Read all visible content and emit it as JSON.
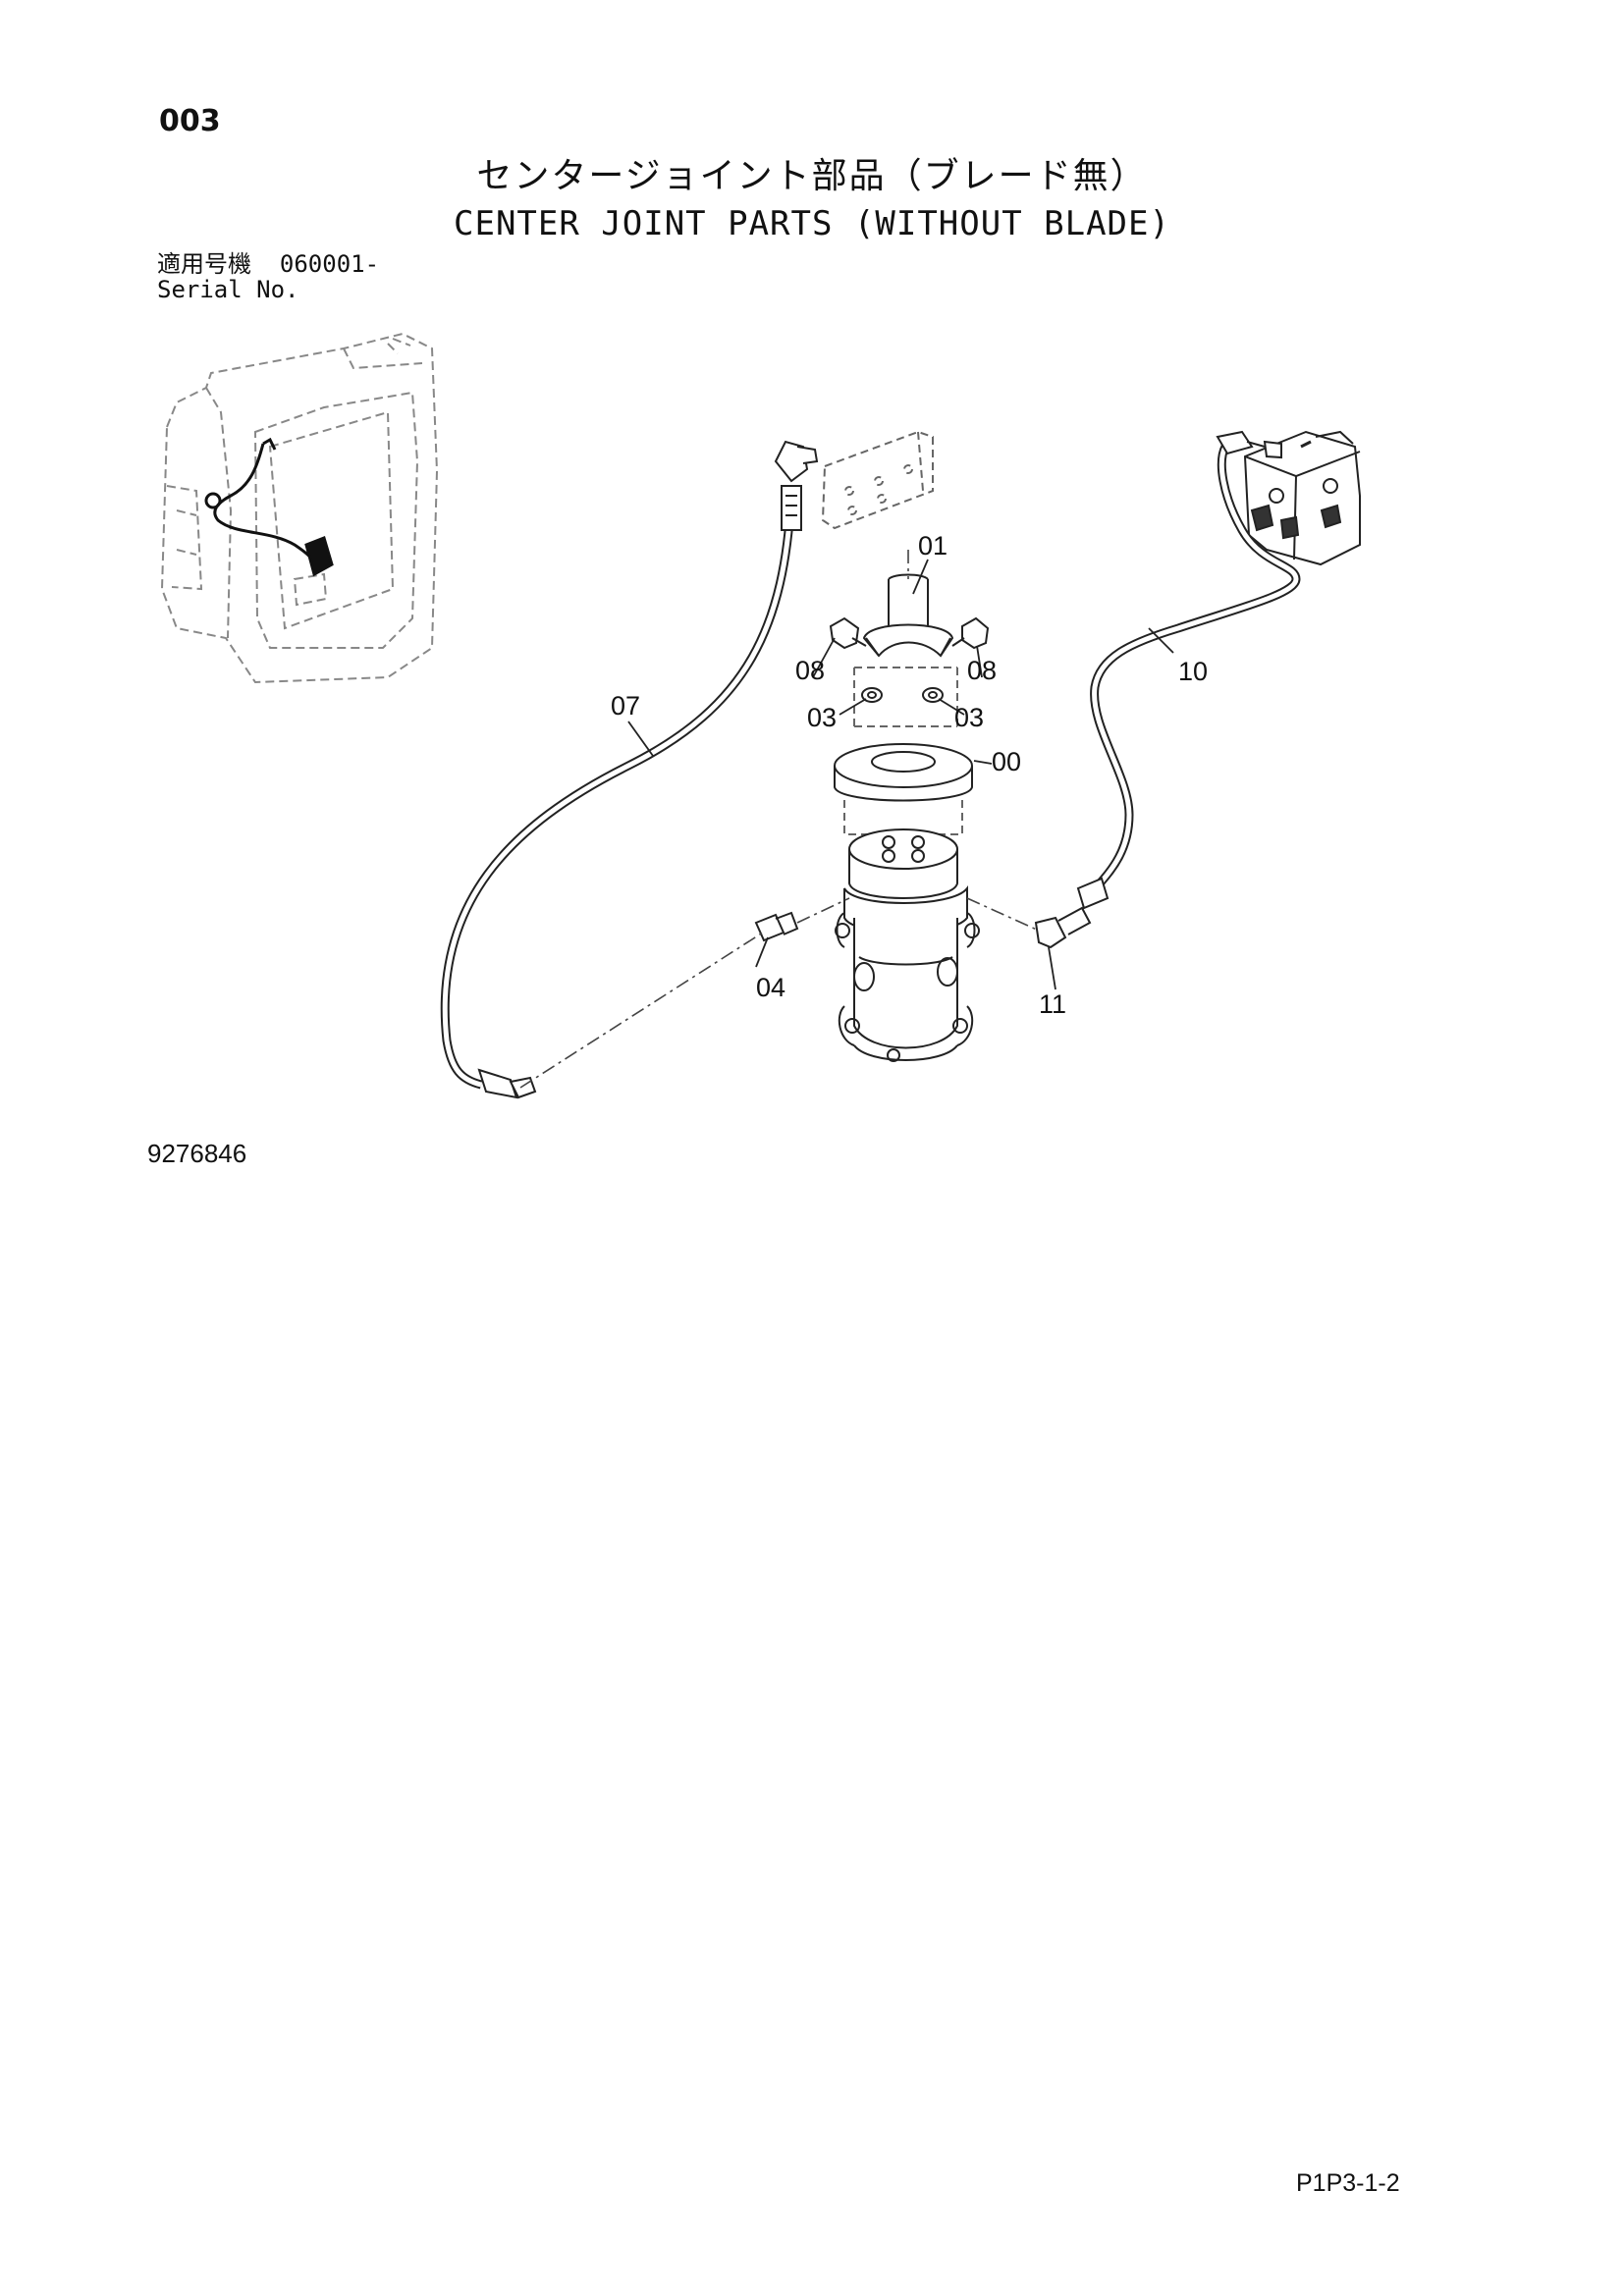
{
  "header": {
    "page_number": "003",
    "title_jp": "センタージョイント部品（ブレード無）",
    "title_en": "CENTER JOINT PARTS (WITHOUT BLADE)",
    "serial_label_jp": "適用号機",
    "serial_value": "060001-",
    "serial_label_en": "Serial No."
  },
  "callouts": {
    "p00": "00",
    "p01": "01",
    "p03_left": "03",
    "p03_right": "03",
    "p04": "04",
    "p07": "07",
    "p08_left": "08",
    "p08_right": "08",
    "p10": "10",
    "p11": "11"
  },
  "footer": {
    "drawing_number": "9276846",
    "page_code": "P1P3-1-2"
  }
}
